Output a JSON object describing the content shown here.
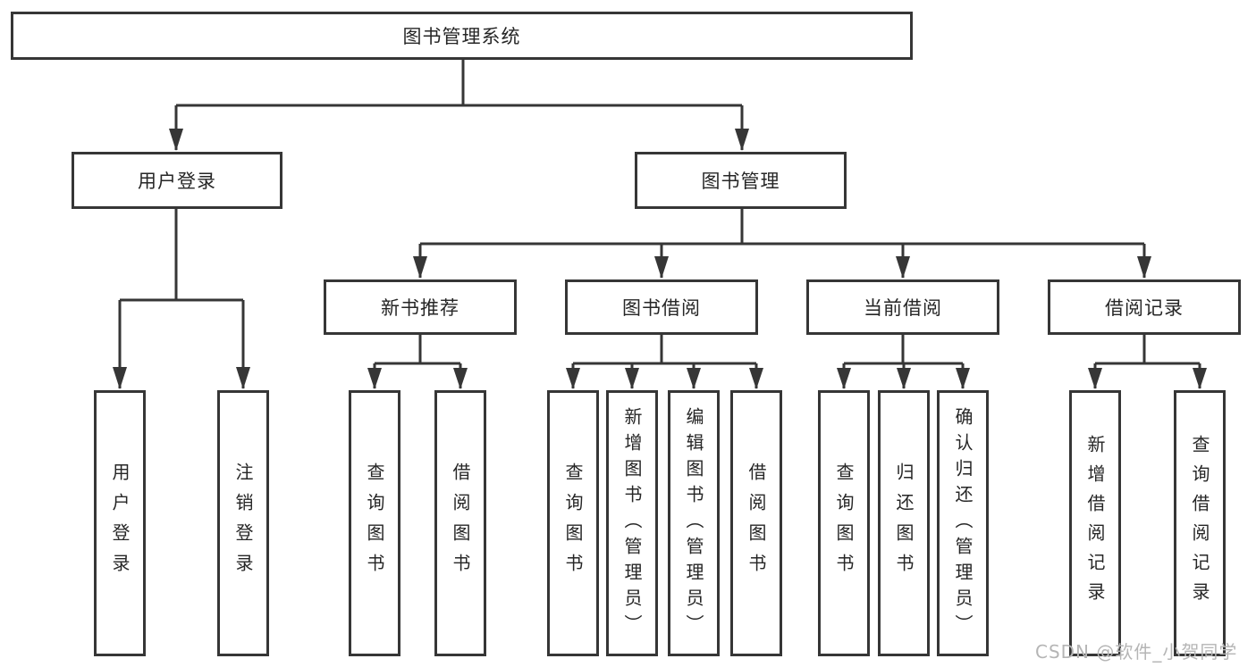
{
  "tree": {
    "root": {
      "label": "图书管理系统"
    },
    "level2": [
      {
        "id": "user-login",
        "label": "用户登录"
      },
      {
        "id": "book-mgmt",
        "label": "图书管理"
      }
    ],
    "level3": [
      {
        "id": "new-book",
        "label": "新书推荐",
        "parent": "book-mgmt"
      },
      {
        "id": "book-borrow",
        "label": "图书借阅",
        "parent": "book-mgmt"
      },
      {
        "id": "current-borrow",
        "label": "当前借阅",
        "parent": "book-mgmt"
      },
      {
        "id": "borrow-records",
        "label": "借阅记录",
        "parent": "book-mgmt"
      }
    ],
    "leaves": [
      {
        "label": "用户登录",
        "parent": "user-login"
      },
      {
        "label": "注销登录",
        "parent": "user-login"
      },
      {
        "label": "查询图书",
        "parent": "new-book"
      },
      {
        "label": "借阅图书",
        "parent": "new-book"
      },
      {
        "label": "查询图书",
        "parent": "book-borrow"
      },
      {
        "label": "新增图书（管理员）",
        "parent": "book-borrow"
      },
      {
        "label": "编辑图书（管理员）",
        "parent": "book-borrow"
      },
      {
        "label": "借阅图书",
        "parent": "book-borrow"
      },
      {
        "label": "查询图书",
        "parent": "current-borrow"
      },
      {
        "label": "归还图书",
        "parent": "current-borrow"
      },
      {
        "label": "确认归还（管理员）",
        "parent": "current-borrow"
      },
      {
        "label": "新增借阅记录",
        "parent": "borrow-records"
      },
      {
        "label": "查询借阅记录",
        "parent": "borrow-records"
      }
    ]
  },
  "watermark": "CSDN @软件_小贺同学",
  "colors": {
    "line": "#363636",
    "text": "#262626",
    "box_fill": "#ffffff",
    "background": "#ffffff",
    "watermark": "#b5b5b5"
  }
}
